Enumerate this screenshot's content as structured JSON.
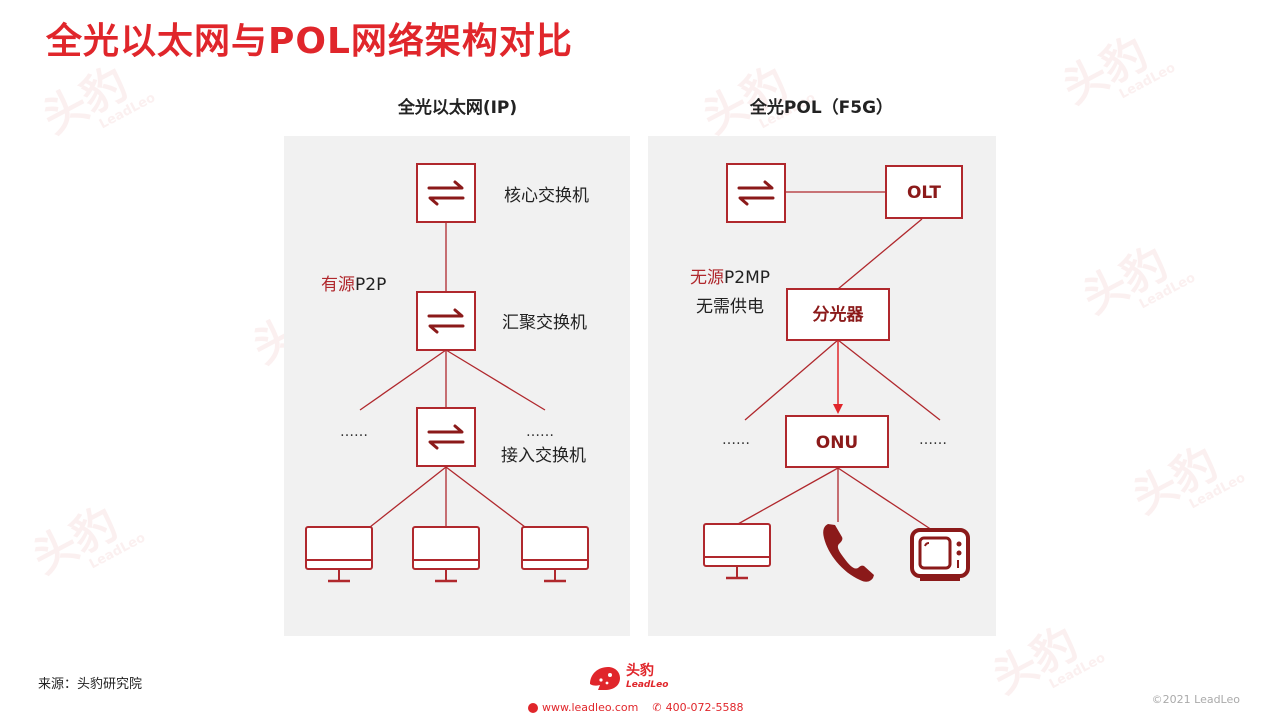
{
  "title": "全光以太网与POL网络架构对比",
  "left_panel": {
    "heading": "全光以太网(IP)",
    "core_switch": "核心交换机",
    "agg_switch": "汇聚交换机",
    "access_switch": "接入交换机",
    "link_red": "有源",
    "link_rest": "P2P",
    "dots_left": "……",
    "dots_right": "……"
  },
  "right_panel": {
    "heading": "全光POL（F5G）",
    "olt": "OLT",
    "splitter": "分光器",
    "onu": "ONU",
    "link_red": "无源",
    "link_rest": "P2MP",
    "no_power": "无需供电",
    "dots_left": "……",
    "dots_right": "……"
  },
  "source": "来源：头豹研究院",
  "footer": {
    "brand": "头豹",
    "brand_en": "LeadLeo",
    "website": "www.leadleo.com",
    "phone": "400-072-5588",
    "copyright": "©2021 LeadLeo"
  },
  "watermark": {
    "text": "头豹",
    "text_en": "LeadLeo"
  },
  "colors": {
    "accent": "#e0262b",
    "dark_red": "#8b1a1a",
    "line": "#b0282d",
    "panel_bg": "#f1f1f1"
  },
  "icons": [
    "switch-arrows-icon",
    "monitor-icon",
    "phone-icon",
    "tv-icon"
  ]
}
